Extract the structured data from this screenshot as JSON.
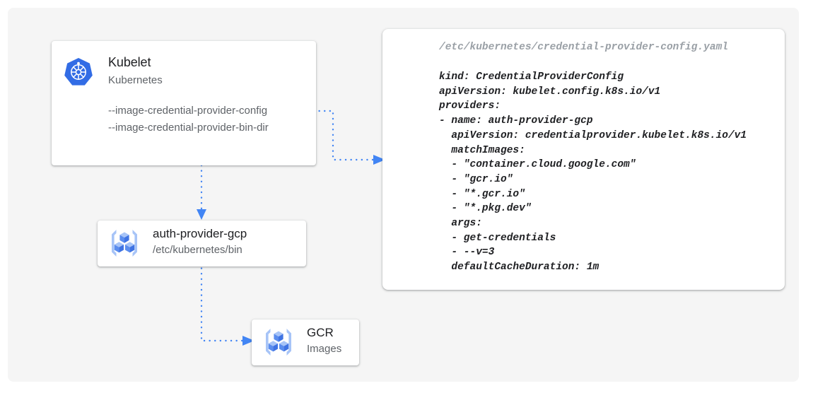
{
  "theme": {
    "page_background": "#ffffff",
    "panel_background": "#f5f5f5",
    "card_background": "#ffffff",
    "accent_blue": "#4285f4",
    "k8s_blue": "#326ce5",
    "text_primary": "#202124",
    "text_secondary": "#5f6368",
    "text_muted": "#9aa0a6"
  },
  "kubelet_card": {
    "icon": "kubernetes-logo-icon",
    "title": "Kubelet",
    "subtitle": "Kubernetes",
    "flags": [
      "--image-credential-provider-config",
      "--image-credential-provider-bin-dir"
    ]
  },
  "auth_provider_card": {
    "icon": "gcp-container-registry-icon",
    "title": "auth-provider-gcp",
    "subtitle": "/etc/kubernetes/bin"
  },
  "gcr_card": {
    "icon": "gcp-container-registry-icon",
    "title": "GCR",
    "subtitle": "Images"
  },
  "yaml_card": {
    "file_path": "/etc/kubernetes/credential-provider-config.yaml",
    "lines": [
      "kind: CredentialProviderConfig",
      "apiVersion: kubelet.config.k8s.io/v1",
      "providers:",
      "- name: auth-provider-gcp",
      "  apiVersion: credentialprovider.kubelet.k8s.io/v1",
      "  matchImages:",
      "  - \"container.cloud.google.com\"",
      "  - \"gcr.io\"",
      "  - \"*.gcr.io\"",
      "  - \"*.pkg.dev\"",
      "  args:",
      "  - get-credentials",
      "  - --v=3",
      "  defaultCacheDuration: 1m"
    ]
  },
  "connectors": [
    {
      "name": "kubelet-config-to-yaml",
      "from": "kubelet-card-config-flag",
      "to": "yaml-card",
      "style": "dotted",
      "color": "#4285f4",
      "arrowhead": "right"
    },
    {
      "name": "kubelet-to-auth-provider",
      "from": "kubelet-card",
      "to": "auth-provider-card",
      "style": "dotted",
      "color": "#4285f4",
      "arrowhead": "down"
    },
    {
      "name": "auth-provider-to-gcr",
      "from": "auth-provider-card",
      "to": "gcr-card",
      "style": "dotted",
      "color": "#4285f4",
      "arrowhead": "right"
    }
  ]
}
